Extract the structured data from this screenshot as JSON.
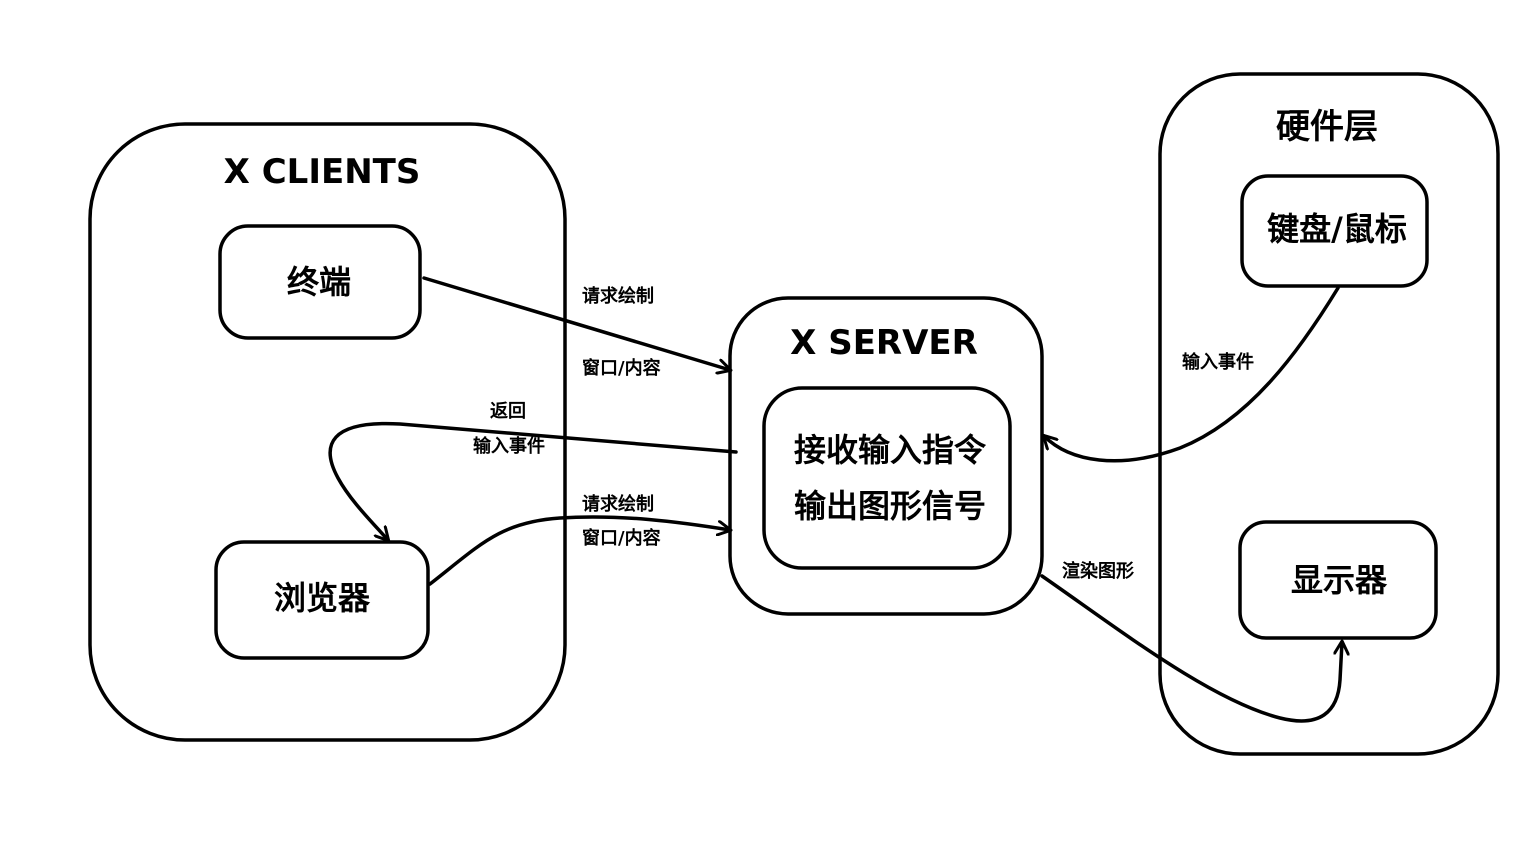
{
  "groups": {
    "clients_title": "X CLIENTS",
    "server_title": "X SERVER",
    "hardware_title": "硬件层"
  },
  "nodes": {
    "terminal": "终端",
    "browser": "浏览器",
    "server_line1": "接收输入指令",
    "server_line2": "输出图形信号",
    "keyboard_mouse": "键盘/鼠标",
    "display": "显示器"
  },
  "edges": {
    "terminal_req_1": "请求绘制",
    "terminal_req_2": "窗口/内容",
    "return_1": "返回",
    "return_2": "输入事件",
    "browser_req_1": "请求绘制",
    "browser_req_2": "窗口/内容",
    "input_event": "输入事件",
    "render": "渲染图形"
  },
  "colors": {
    "stroke": "#000000",
    "background": "#ffffff"
  }
}
